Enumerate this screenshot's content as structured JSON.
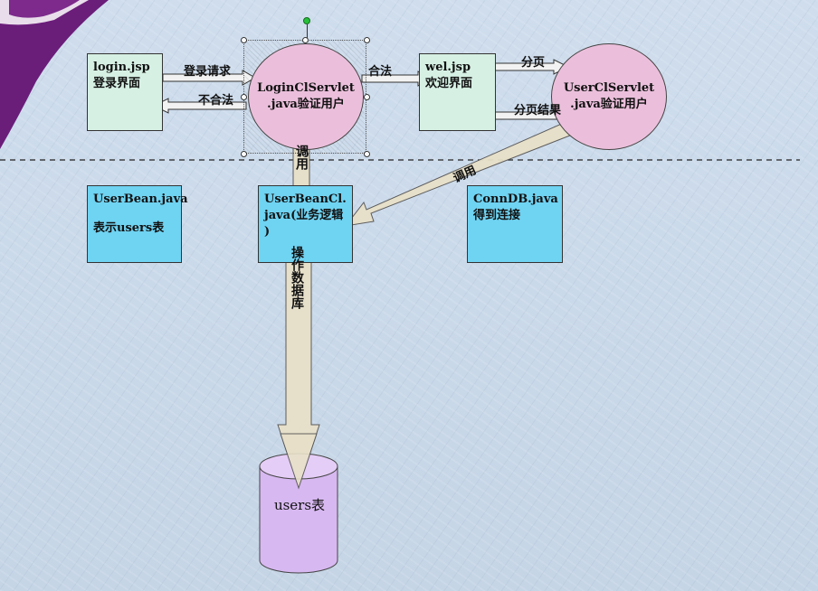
{
  "boxes": {
    "login_jsp": {
      "line1": "login.jsp",
      "line2": "登录界面"
    },
    "wel_jsp": {
      "line1": "wel.jsp",
      "line2": "欢迎界面"
    },
    "userbean": {
      "line1": "UserBean.java",
      "line2": "表示users表"
    },
    "userbeancl": {
      "line1": "UserBeanCl.",
      "line2": "java(业务逻辑",
      "line3": ")"
    },
    "conndb": {
      "line1": "ConnDB.java",
      "line2": "得到连接"
    }
  },
  "circles": {
    "logincl": {
      "line1": "LoginClServlet",
      "line2": ".java验证用户"
    },
    "usercl": {
      "line1": "UserClServlet",
      "line2": ".java验证用户"
    }
  },
  "arrows": {
    "login_request": "登录请求",
    "illegal": "不合法",
    "legal": "合法",
    "paging": "分页",
    "paging_result": "分页结果",
    "call_down": "调用",
    "call_diag": "调用",
    "operate_db": "操作数据库"
  },
  "database": {
    "label": "users表"
  },
  "colors": {
    "green_box": "#d6f0e4",
    "cyan_box": "#6fd3f2",
    "circle_fill": "#ebbfdb",
    "arrow_fill": "#e8e0c8",
    "cylinder": "#d7b8f0",
    "corner_purple": "#6b1d7a"
  }
}
